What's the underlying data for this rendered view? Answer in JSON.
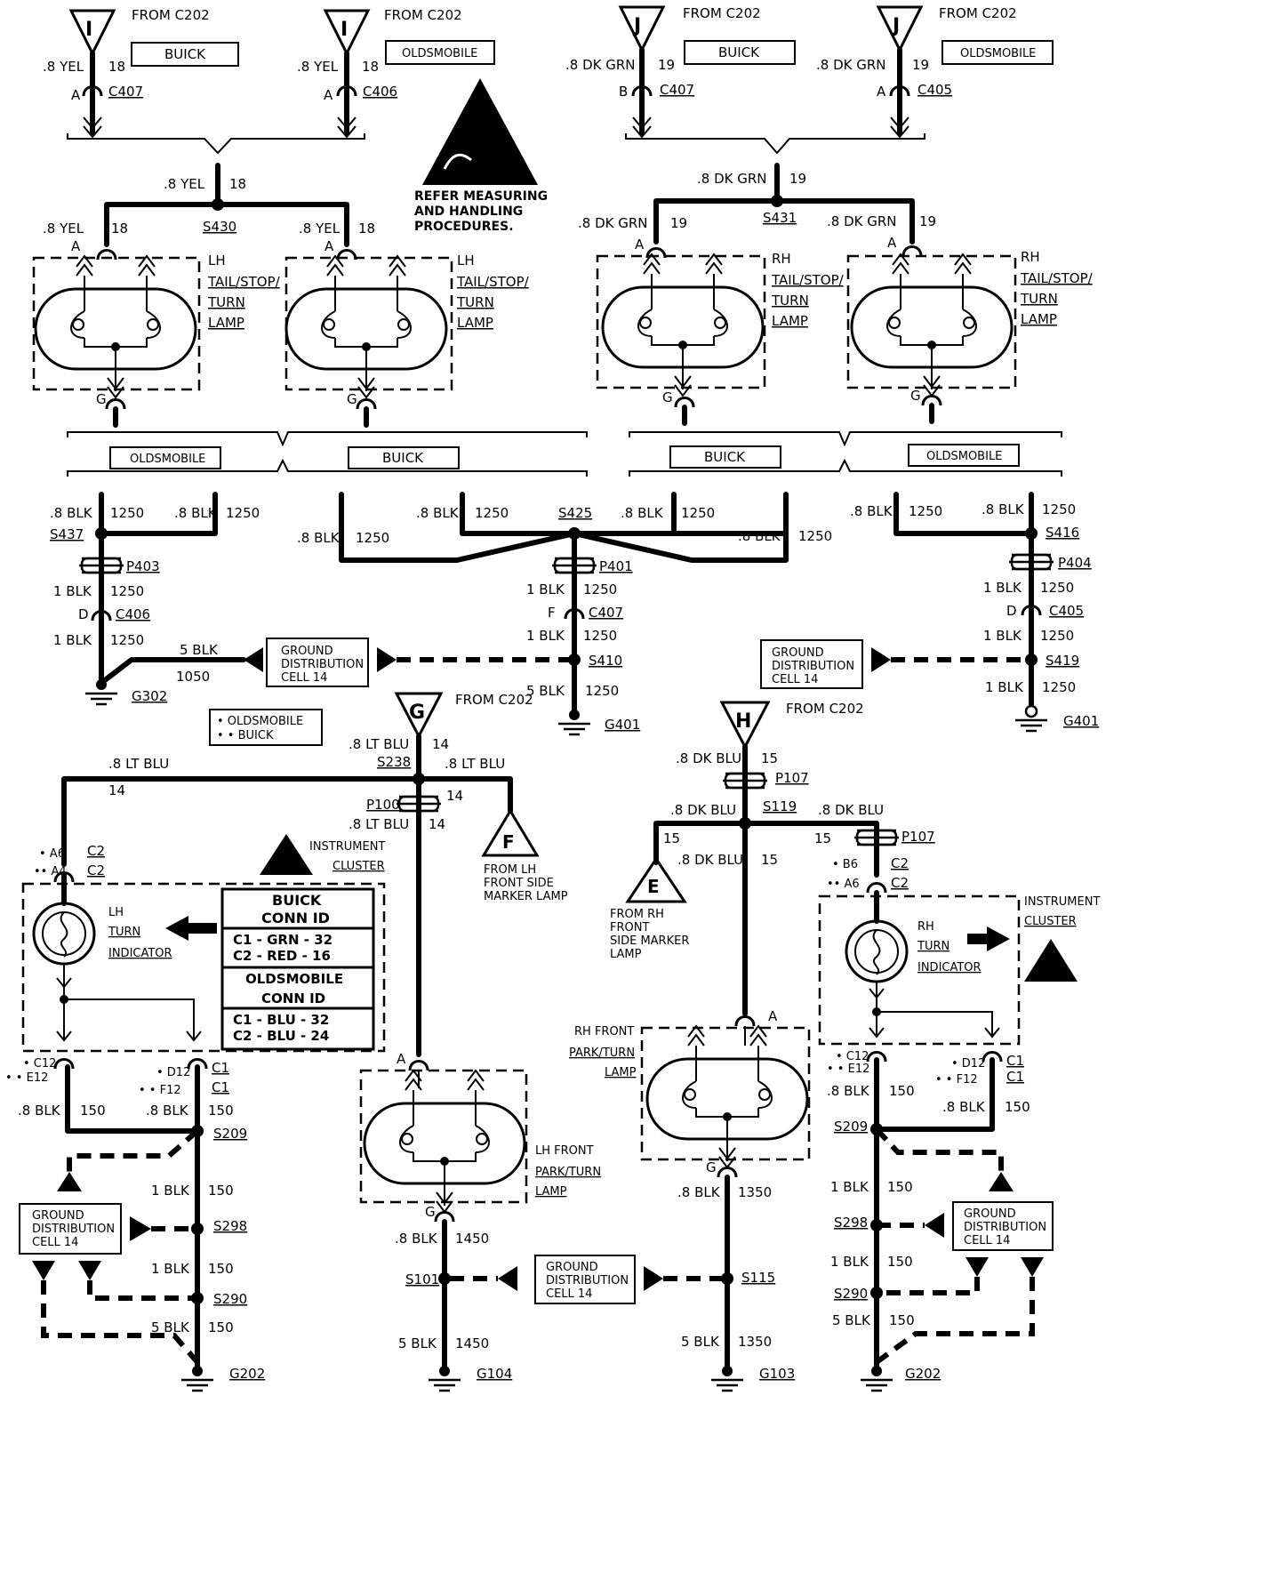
{
  "from_c202": "FROM C202",
  "i_letter": "I",
  "j_letter": "J",
  "g_letter": "G",
  "h_letter": "H",
  "e_letter": "E",
  "f_letter": "F",
  "buick": "BUICK",
  "oldsmobile": "OLDSMOBILE",
  "caution": [
    "REFER MEASURING",
    "AND HANDLING",
    "PROCEDURES."
  ],
  "wires": {
    "yel": ".8 YEL",
    "yel_ckt": "18",
    "dkgrn": ".8 DK GRN",
    "dkgrn_ckt": "19",
    "blk8": ".8 BLK",
    "blk1": "1 BLK",
    "blk5": "5 BLK",
    "ckt1250": "1250",
    "ckt1050": "1050",
    "ckt150": "150",
    "ckt1450": "1450",
    "ckt1350": "1350",
    "ltblu": ".8 LT BLU",
    "ltblu_ckt": "14",
    "dkblu": ".8 DK BLU",
    "dkblu_ckt": "15"
  },
  "connectors": {
    "c407": "C407",
    "c406": "C406",
    "c405": "C405",
    "c2": "C2",
    "c1": "C1",
    "a": "A",
    "b": "B",
    "d": "D",
    "f": "F",
    "g": "G",
    "a6": "• A6",
    "a4": "•• A4",
    "b6": "• B6",
    "a6b": "•• A6",
    "c12": "• C12",
    "e12": "• • E12",
    "d12": "• D12",
    "f12": "• • F12"
  },
  "splices": {
    "s430": "S430",
    "s431": "S431",
    "s437": "S437",
    "s425": "S425",
    "s416": "S416",
    "s410": "S410",
    "s419": "S419",
    "s238": "S238",
    "s119": "S119",
    "s209": "S209",
    "s298": "S298",
    "s290": "S290",
    "s101": "S101",
    "s115": "S115"
  },
  "passthrough": {
    "p403": "P403",
    "p401": "P401",
    "p404": "P404",
    "p100": "P100",
    "p107": "P107"
  },
  "grounds": {
    "g302": "G302",
    "g401": "G401",
    "g202": "G202",
    "g104": "G104",
    "g103": "G103"
  },
  "lamps": {
    "lh_tail": [
      "LH",
      "TAIL/STOP/",
      "TURN",
      "LAMP"
    ],
    "rh_tail": [
      "RH",
      "TAIL/STOP/",
      "TURN",
      "LAMP"
    ],
    "lh_front": [
      "LH FRONT",
      "PARK/TURN",
      "LAMP"
    ],
    "rh_front": [
      "RH FRONT",
      "PARK/TURN",
      "LAMP"
    ]
  },
  "ground_dist": [
    "GROUND",
    "DISTRIBUTION",
    "CELL 14"
  ],
  "legend": [
    "• OLDSMOBILE",
    "• • BUICK"
  ],
  "instrument_cluster": [
    "INSTRUMENT",
    "CLUSTER"
  ],
  "lh_turn_ind": [
    "LH",
    "TURN",
    "INDICATOR"
  ],
  "rh_turn_ind": [
    "RH",
    "TURN",
    "INDICATOR"
  ],
  "conn_id": {
    "buick_title": [
      "BUICK",
      "CONN ID"
    ],
    "buick_rows": [
      "C1 - GRN - 32",
      "C2 - RED - 16"
    ],
    "olds_title": [
      "OLDSMOBILE",
      "CONN ID"
    ],
    "olds_rows": [
      "C1 - BLU - 32",
      "C2 - BLU - 24"
    ]
  },
  "from_lh_front_side": [
    "FROM LH",
    "FRONT SIDE",
    "MARKER LAMP"
  ],
  "from_rh_front_side": [
    "FROM RH",
    "FRONT",
    "SIDE MARKER",
    "LAMP"
  ]
}
